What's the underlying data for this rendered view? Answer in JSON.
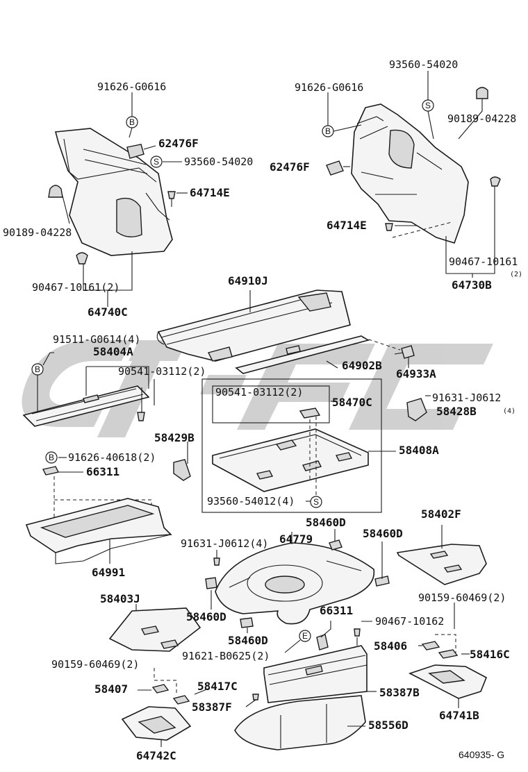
{
  "diagram": {
    "callouts": {
      "p91626_g0616_l": "91626-G0616",
      "p62476f_l": "62476F",
      "p93560_54020_l": "93560-54020",
      "p64714e_l": "64714E",
      "p90189_04228_l": "90189-04228",
      "p90467_10161_l": "90467-10161(2)",
      "p64740c": "64740C",
      "p93560_54020_r": "93560-54020",
      "p91626_g0616_r": "91626-G0616",
      "p90189_04228_r": "90189-04228",
      "p62476f_r": "62476F",
      "p64714e_r": "64714E",
      "p90467_10161_r": "90467-10161",
      "p90467_10161_r_qty": "(2)",
      "p64730b": "64730B",
      "p64910j": "64910J",
      "p91511_g0614": "91511-G0614(4)",
      "p58404a": "58404A",
      "p90541_03112_l": "90541-03112(2)",
      "p64902b": "64902B",
      "p64933a": "64933A",
      "p90541_03112_box": "90541-03112(2)",
      "p58470c": "58470C",
      "p91631_j0612_r": "91631-J0612",
      "p91631_j0612_r_qty": "(4)",
      "p58428b": "58428B",
      "p58429b": "58429B",
      "p58408a": "58408A",
      "p91626_40618": "91626-40618(2)",
      "p66311_top": "66311",
      "p93560_54012": "93560-54012(4)",
      "p58460d_top": "58460D",
      "p58402f": "58402F",
      "p58460d_right": "58460D",
      "p91631_j0612_l": "91631-J0612(4)",
      "p64779": "64779",
      "p64991": "64991",
      "p90159_60469_r": "90159-60469(2)",
      "p58403j": "58403J",
      "p58460d_left": "58460D",
      "p66311_mid": "66311",
      "p90467_10162": "90467-10162",
      "p58460d_bottom": "58460D",
      "p58406": "58406",
      "p58416c": "58416C",
      "p91621_b0625": "91621-B0625(2)",
      "p90159_60469_l": "90159-60469(2)",
      "p58407": "58407",
      "p58417c": "58417C",
      "p58387b": "58387B",
      "p58387f": "58387F",
      "p64741b": "64741B",
      "p58556d": "58556D",
      "p64742c": "64742C"
    },
    "markers": {
      "b": "B",
      "s": "S",
      "e": "E"
    },
    "figure_code": "640935- G"
  }
}
